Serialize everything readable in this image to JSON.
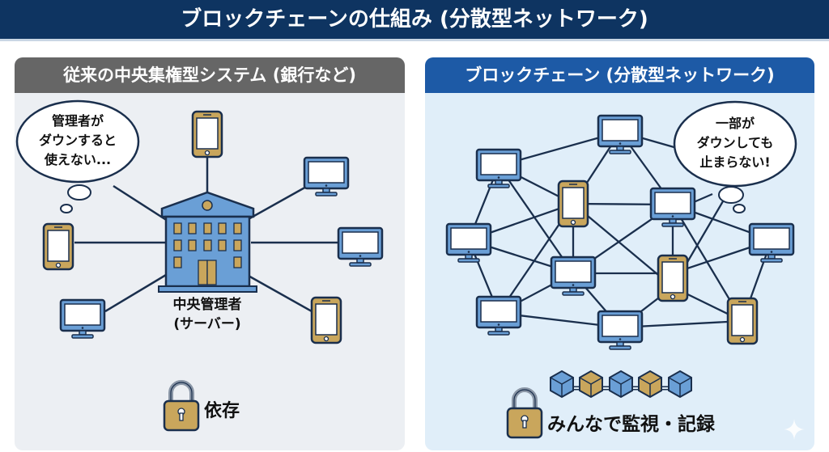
{
  "title": "ブロックチェーンの仕組み (分散型ネットワーク)",
  "left_panel": {
    "header": "従来の中央集権型システム (銀行など)",
    "bubble_lines": [
      "管理者が",
      "ダウンすると",
      "使えない..."
    ],
    "center_label_lines": [
      "中央管理者",
      "(サーバー)"
    ],
    "footer_label": "依存",
    "nodes": [
      "phone",
      "monitor",
      "monitor",
      "phone",
      "monitor",
      "phone"
    ]
  },
  "right_panel": {
    "header": "ブロックチェーン (分散型ネットワーク)",
    "bubble_lines": [
      "一部が",
      "ダウンしても",
      "止まらない!"
    ],
    "footer_label": "みんなで監視・記録",
    "chain_blocks": [
      "blue",
      "gold",
      "blue",
      "gold",
      "blue"
    ]
  },
  "colors": {
    "title_bg": "#0e3461",
    "left_header_bg": "#666666",
    "right_header_bg": "#1d5aa6",
    "device_blue": "#6a9fd6",
    "device_gold": "#c9a65c",
    "outline": "#1a2f4d"
  }
}
